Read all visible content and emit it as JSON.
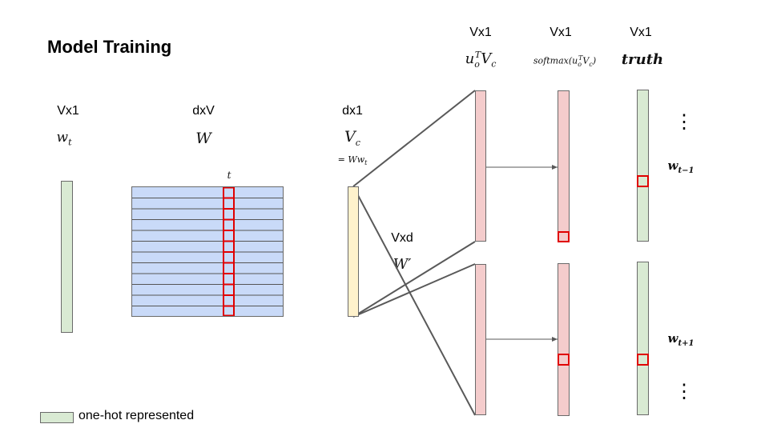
{
  "title": "Model Training",
  "columns": {
    "input": {
      "dim": "Vx1",
      "symbol": "w",
      "sub": "t"
    },
    "embedding": {
      "dim": "dxV",
      "symbol": "W",
      "column_label": "t"
    },
    "hidden": {
      "dim": "dx1",
      "symbol": "V",
      "sub": "c",
      "formula": "= Ww",
      "formula_sub": "t"
    },
    "output": {
      "dim": "Vxd",
      "symbol": "W′"
    },
    "scores": {
      "dim": "Vx1",
      "expr": "u",
      "expr_sub": "o",
      "expr_sup": "T",
      "expr_tail": "V",
      "expr_tail_sub": "c"
    },
    "softmax": {
      "dim": "Vx1",
      "prefix": "softmax(u",
      "sub": "o",
      "sup": "T",
      "mid": "V",
      "mid_sub": "c",
      "suffix": ")"
    },
    "truth": {
      "dim": "Vx1",
      "label": "truth"
    }
  },
  "context_words": {
    "prev": {
      "symbol": "w",
      "sub": "t−1"
    },
    "next": {
      "symbol": "w",
      "sub": "t+1"
    }
  },
  "ellipsis": "⋮",
  "legend": {
    "label": "one-hot represented",
    "color": "#d9ead3"
  },
  "colors": {
    "one_hot": "#d9ead3",
    "matrix": "#c9daf8",
    "hidden": "#fff2cc",
    "scores": "#f4cccc",
    "highlight": "#e00000",
    "lines": "#595959"
  }
}
